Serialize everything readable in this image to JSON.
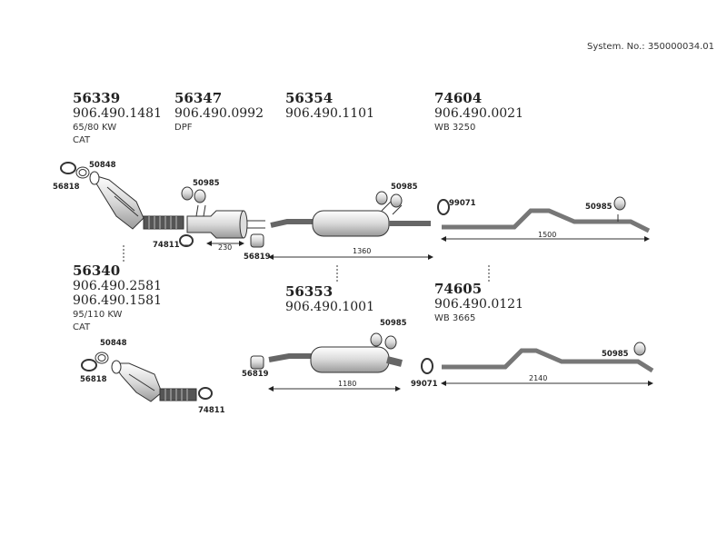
{
  "system_number": "System. No.: 350000034.01",
  "part_blocks": [
    {
      "id": "b56339",
      "code": "56339",
      "part_numbers": [
        "906.490.1481"
      ],
      "notes": [
        "65/80 KW",
        "CAT"
      ]
    },
    {
      "id": "b56347",
      "code": "56347",
      "part_numbers": [
        "906.490.0992"
      ],
      "notes": [
        "DPF"
      ]
    },
    {
      "id": "b56354",
      "code": "56354",
      "part_numbers": [
        "906.490.1101"
      ],
      "notes": []
    },
    {
      "id": "b74604",
      "code": "74604",
      "part_numbers": [
        "906.490.0021"
      ],
      "notes": [
        "WB 3250"
      ]
    },
    {
      "id": "b56340",
      "code": "56340",
      "part_numbers": [
        "906.490.2581",
        "906.490.1581"
      ],
      "notes": [
        "95/110 KW",
        "CAT"
      ]
    },
    {
      "id": "b56353",
      "code": "56353",
      "part_numbers": [
        "906.490.1001"
      ],
      "notes": []
    },
    {
      "id": "b74605",
      "code": "74605",
      "part_numbers": [
        "906.490.0121"
      ],
      "notes": [
        "WB 3665"
      ]
    }
  ],
  "labels": {
    "l50848a": "50848",
    "l56818a": "56818",
    "l50985a": "50985",
    "l74811a": "74811",
    "l56819a": "56819",
    "l50985b": "50985",
    "l99071a": "99071",
    "l50985c": "50985",
    "l50848b": "50848",
    "l56818b": "56818",
    "l74811b": "74811",
    "l56819b": "56819",
    "l50985d": "50985",
    "l99071b": "99071",
    "l50985e": "50985"
  },
  "dimensions": {
    "d230": "230",
    "d1360": "1360",
    "d1500": "1500",
    "d1180": "1180",
    "d2140": "2140"
  }
}
